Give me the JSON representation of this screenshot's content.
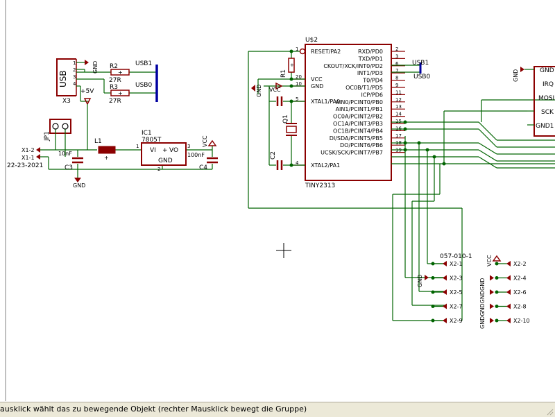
{
  "status": {
    "message": "ausklick wählt das zu bewegende Objekt (rechter Mausklick bewegt die Gruppe)"
  },
  "cursor": {
    "icon": "crosshair-icon"
  },
  "colors": {
    "net": "#006400",
    "part": "#8b0000",
    "text": "#000000",
    "bus": "#0000a0",
    "frame": "#800000"
  },
  "schematic": {
    "usb_connector": {
      "name": "X3",
      "body_label": "USB",
      "pins": [
        "1",
        "2",
        "3",
        "4"
      ],
      "supply_label": "+5V",
      "gnd_label": "GND"
    },
    "resistors": [
      {
        "name": "R2",
        "value": "27R",
        "net": "USB1"
      },
      {
        "name": "R3",
        "value": "27R",
        "net": "USB0"
      }
    ],
    "jumper": {
      "name": "JP1"
    },
    "power_header": {
      "pins": [
        "X1-2",
        "X1-1"
      ],
      "caption": "22-23-2021"
    },
    "c3": {
      "name": "C3",
      "value": "10nF"
    },
    "l1": {
      "name": "L1"
    },
    "regulator": {
      "name": "IC1",
      "value": "7805T",
      "vi": "VI",
      "vo": "VO",
      "gnd": "GND",
      "pin_in": "1",
      "pin_out": "3",
      "pin_gnd": "2"
    },
    "c4": {
      "name": "C4",
      "value": "100nF",
      "supply": "VCC"
    },
    "gnd_labels": {
      "bottom": "GND",
      "left_vertical": "GND",
      "mcu_vcc": "VCC"
    },
    "mcu": {
      "name": "U$2",
      "part": "TINY2313",
      "left_pins": [
        {
          "label": "RESET/PA2",
          "num": "1"
        },
        {
          "label": "VCC",
          "num": "20"
        },
        {
          "label": "GND",
          "num": "10"
        },
        {
          "label": "XTAL1/PA0",
          "num": "5"
        },
        {
          "label": "XTAL2/PA1",
          "num": "4"
        }
      ],
      "right_pins": [
        {
          "label": "RXD/PD0",
          "num": "2"
        },
        {
          "label": "TXD/PD1",
          "num": "3"
        },
        {
          "label": "CKOUT/XCK/INT0/PD2",
          "num": "6"
        },
        {
          "label": "INT1/PD3",
          "num": "7"
        },
        {
          "label": "T0/PD4",
          "num": "8"
        },
        {
          "label": "OC0B/T1/PD5",
          "num": "9"
        },
        {
          "label": "ICP/PD6",
          "num": "11"
        },
        {
          "label": "AIN0/PCINT0/PB0",
          "num": "12"
        },
        {
          "label": "AIN1/PCINT1/PB1",
          "num": "13"
        },
        {
          "label": "OC0A/PCINT2/PB2",
          "num": "14"
        },
        {
          "label": "OC1A/PCINT3/PB3",
          "num": "15"
        },
        {
          "label": "OC1B/PCINT4/PB4",
          "num": "16"
        },
        {
          "label": "DI/SDA/PCINT5/PB5",
          "num": "17"
        },
        {
          "label": "DO/PCINT6/PB6",
          "num": "18"
        },
        {
          "label": "UCSK/SCK/PCINT7/PB7",
          "num": "19"
        }
      ],
      "usb_labels": [
        "USB1",
        "USB0"
      ]
    },
    "r1": {
      "name": "R1"
    },
    "q1": {
      "name": "Q1"
    },
    "c2": {
      "name": "C2"
    },
    "header2": {
      "name": "057-010-1",
      "left_pins": [
        "X2-1",
        "X2-3",
        "X2-5",
        "X2-7",
        "X2-9"
      ],
      "right_pins": [
        "X2-2",
        "X2-4",
        "X2-6",
        "X2-8",
        "X2-10"
      ],
      "vcc_label": "VCC",
      "gnd_label": "GND",
      "gnd_vertical": "GNDGNDGNDGND"
    },
    "right_edge_labels": [
      "GND",
      "IRQ",
      "MOSI",
      "SCK",
      "GND1"
    ]
  }
}
